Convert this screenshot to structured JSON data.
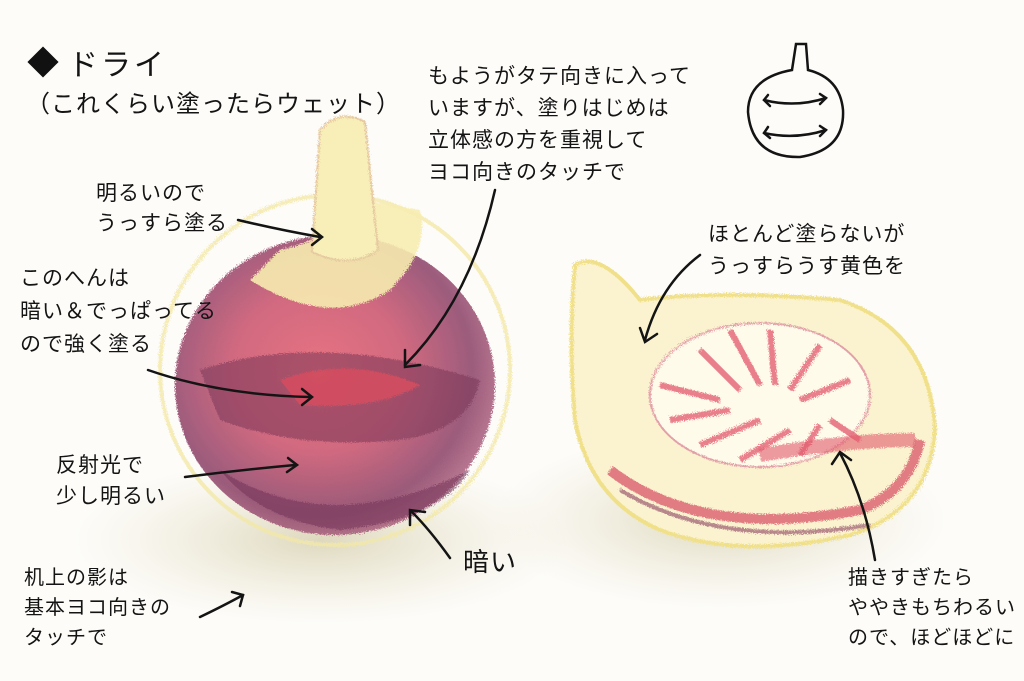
{
  "title": {
    "bullet_icon": "black-diamond",
    "label": "ドライ",
    "subtitle": "（これくらい塗ったらウェット）"
  },
  "annotations": {
    "pattern_note": "もようがタテ向きに入って\nいますが、塗りはじめは\n立体感の方を重視して\nヨコ向きのタッチで",
    "bright_top": "明るいので\nうっすら塗る",
    "dark_bulge": "このへんは\n暗い＆でっぱってる\nので強く塗る",
    "reflected_light": "反射光で\n少し明るい",
    "dark_bottom": "暗い",
    "table_shadow": "机上の影は\n基本ヨコ向きの\nタッチで",
    "inside_flesh": "ほとんど塗らないが\nうっすらうす黄色を",
    "overdraw_warning": "描きすぎたら\nややきもちわるい\nので、ほどほどに"
  },
  "illustrations": {
    "whole_fig": "colored-pencil whole fig (yellow stem, crimson and purple body)",
    "cut_fig": "colored-pencil halved fig showing pink seed pattern and pale yellow flesh",
    "stroke_diagram": "outline fig with two horizontal double-headed arrows"
  },
  "colors": {
    "paper": "#fdfcf9",
    "ink": "#141414",
    "stem_yellow": "#f6eaa6",
    "fig_red": "#d9516a",
    "fig_purple": "#7e3a5c",
    "seed_pink": "#e8707f",
    "shadow_beige": "#d8d2b4"
  }
}
